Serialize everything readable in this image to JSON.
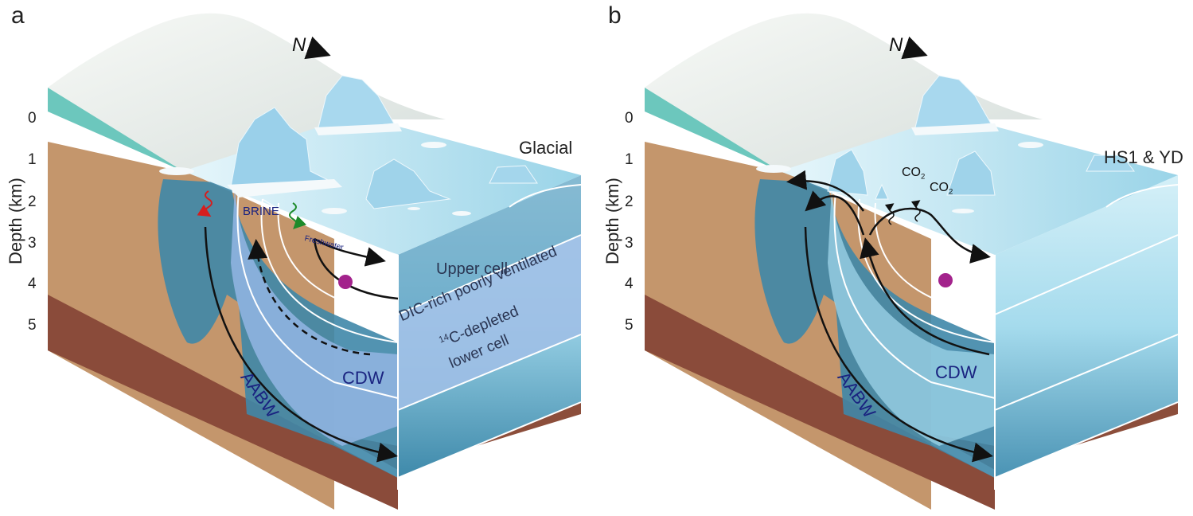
{
  "panel_a": {
    "letter": "a",
    "north": "N",
    "depth_label": "Depth (km)",
    "depth_ticks": [
      "0",
      "1",
      "2",
      "3",
      "4",
      "5"
    ],
    "scenario": "Glacial",
    "labels": {
      "brine": "BRINE",
      "freshwater": "Freshwater",
      "upper_cell": "Upper cell",
      "lower_cell_line1": "DIC-rich poorly ventilated",
      "lower_cell_line2_sup": "14",
      "lower_cell_line2": "C-depleted",
      "lower_cell_line3": "lower cell",
      "cdw": "CDW",
      "aabw": "AABW"
    }
  },
  "panel_b": {
    "letter": "b",
    "north": "N",
    "depth_label": "Depth (km)",
    "depth_ticks": [
      "0",
      "1",
      "2",
      "3",
      "4",
      "5"
    ],
    "scenario": "HS1 & YD",
    "labels": {
      "co2_base": "CO",
      "co2_sub": "2",
      "cdw": "CDW",
      "aabw": "AABW"
    }
  },
  "colors": {
    "sediment": "#c4966c",
    "bedrock": "#8a4b3a",
    "shelf_ice": "#6cc7bd",
    "ice_sheet": "#eef2ef",
    "ocean_surface": "#bfe6f3",
    "deep_water": "#3f87a8",
    "lower_cell": "#8fb4e0",
    "dot": "#a3238c",
    "arrow": "#111111"
  }
}
